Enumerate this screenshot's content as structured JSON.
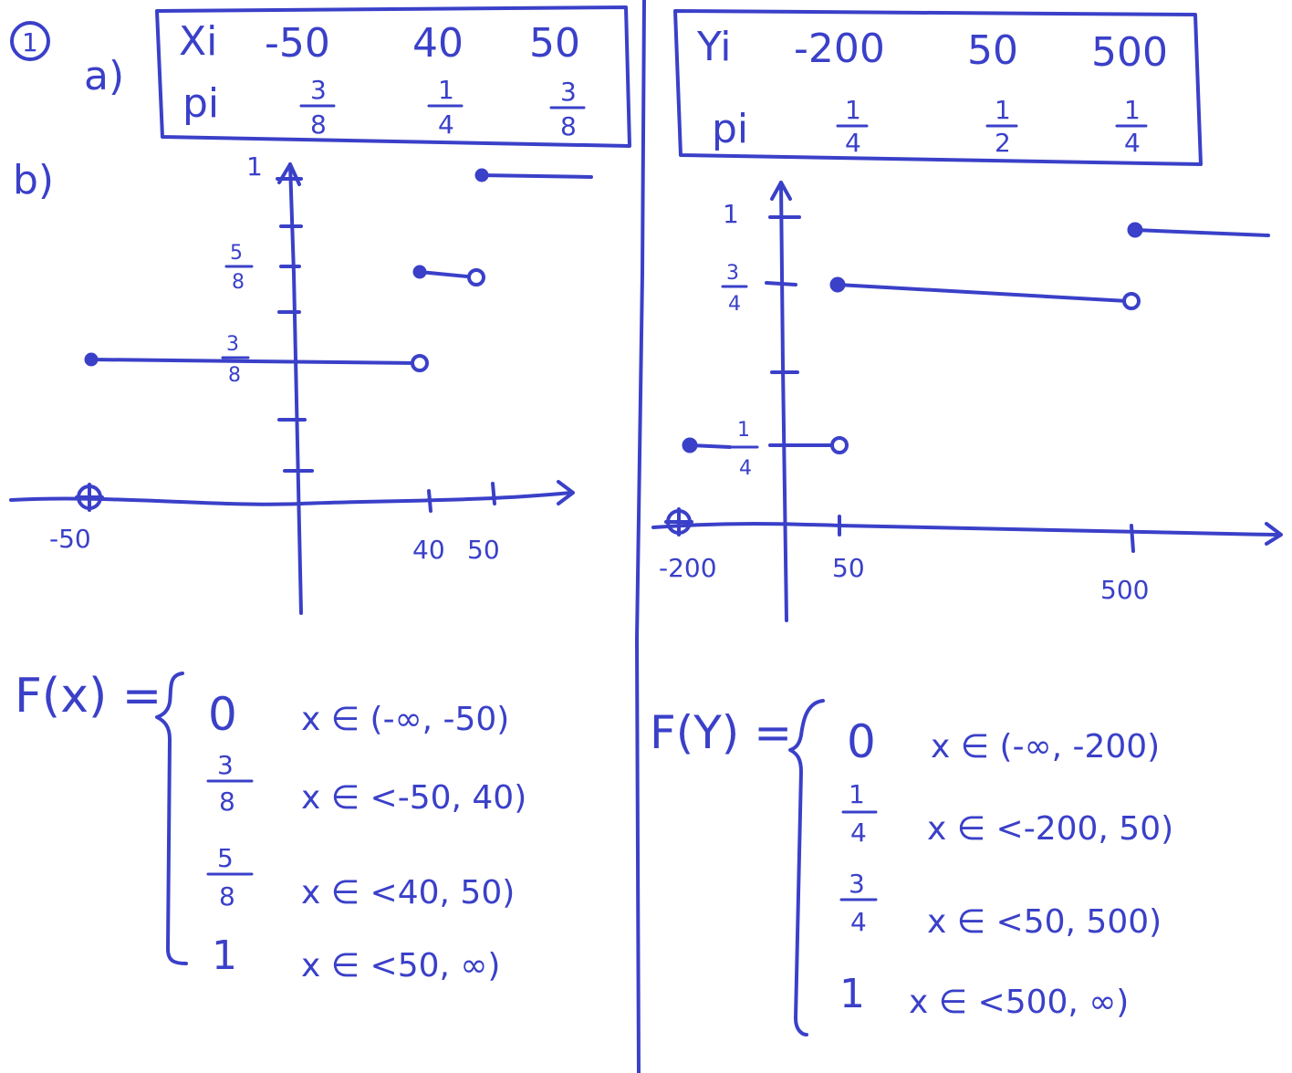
{
  "problem": {
    "number": "1",
    "part_a": "a)",
    "part_b": "b)"
  },
  "left": {
    "table": {
      "row1_label": "Xi",
      "values": [
        "-50",
        "40",
        "50"
      ],
      "row2_label": "pi",
      "probs": [
        {
          "num": "3",
          "den": "8"
        },
        {
          "num": "1",
          "den": "4"
        },
        {
          "num": "3",
          "den": "8"
        }
      ]
    },
    "graph": {
      "y_ticks": [
        {
          "num": "",
          "den": "",
          "text": "1"
        },
        {
          "num": "5",
          "den": "8",
          "text": ""
        },
        {
          "num": "3",
          "den": "8",
          "text": ""
        }
      ],
      "x_labels": [
        "-50",
        "40",
        "50"
      ]
    },
    "cdf": {
      "lhs": "F(x) =",
      "rows": [
        {
          "val": "0",
          "num": "",
          "den": "",
          "cond": "x ∈ (-∞, -50)"
        },
        {
          "val": "",
          "num": "3",
          "den": "8",
          "cond": "x ∈ <-50, 40)"
        },
        {
          "val": "",
          "num": "5",
          "den": "8",
          "cond": "x ∈ <40, 50)"
        },
        {
          "val": "1",
          "num": "",
          "den": "",
          "cond": "x ∈ <50, ∞)"
        }
      ]
    }
  },
  "right": {
    "table": {
      "row1_label": "Yi",
      "values": [
        "-200",
        "50",
        "500"
      ],
      "row2_label": "pi",
      "probs": [
        {
          "num": "1",
          "den": "4"
        },
        {
          "num": "1",
          "den": "2"
        },
        {
          "num": "1",
          "den": "4"
        }
      ]
    },
    "graph": {
      "y_ticks": [
        {
          "num": "",
          "den": "",
          "text": "1"
        },
        {
          "num": "3",
          "den": "4",
          "text": ""
        },
        {
          "num": "1",
          "den": "4",
          "text": ""
        }
      ],
      "x_labels": [
        "-200",
        "50",
        "500"
      ]
    },
    "cdf": {
      "lhs": "F(Y) =",
      "rows": [
        {
          "val": "0",
          "num": "",
          "den": "",
          "cond": "x ∈ (-∞, -200)"
        },
        {
          "val": "",
          "num": "1",
          "den": "4",
          "cond": "x ∈ <-200, 50)"
        },
        {
          "val": "",
          "num": "3",
          "den": "4",
          "cond": "x ∈ <50, 500)"
        },
        {
          "val": "1",
          "num": "",
          "den": "",
          "cond": "x ∈ <500, ∞)"
        }
      ]
    }
  },
  "colors": {
    "ink": "#3a40c8",
    "background": "#ffffff"
  }
}
